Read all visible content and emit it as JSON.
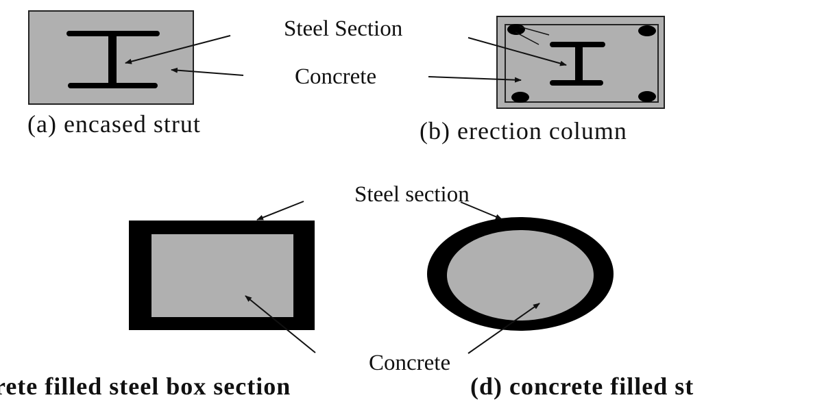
{
  "panel_a": {
    "label_steel": "Steel Section",
    "label_concrete": "Concrete",
    "caption": "(a) encased strut"
  },
  "panel_b": {
    "caption": "(b) erection column"
  },
  "panel_c": {
    "label_steel": "Steel section",
    "label_concrete": "Concrete",
    "caption": "rete filled steel box section"
  },
  "panel_d": {
    "caption": "(d) concrete filled st"
  },
  "colors": {
    "concrete": "#b0b0b0",
    "steel": "#000000"
  }
}
